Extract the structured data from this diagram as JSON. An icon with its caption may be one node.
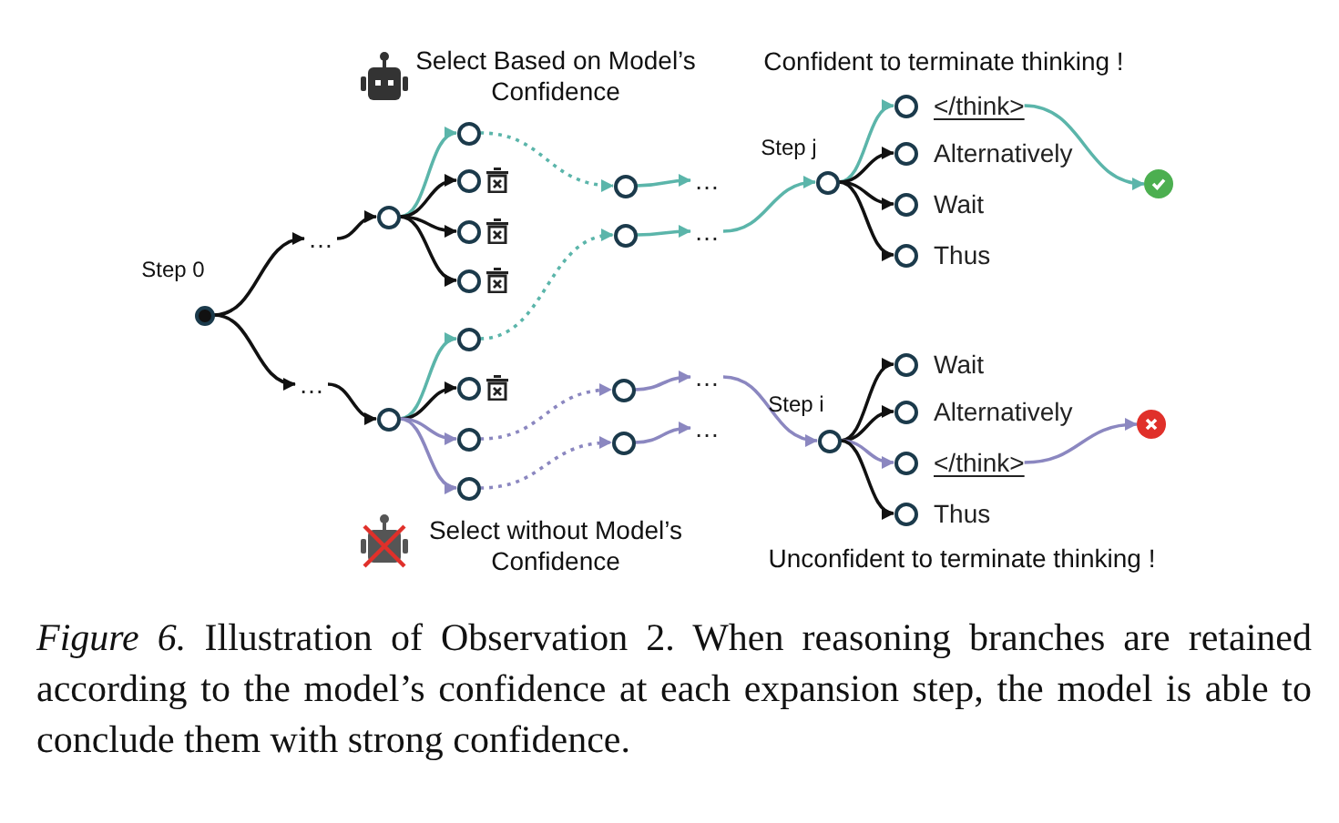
{
  "diagram": {
    "caption": "*Figure 6.* Illustration of Observation 2. When reasoning branches are retained according to the model’s confidence at each expansion step, the model is able to conclude them with strong confidence.",
    "nodes": [
      {
        "text": [],
        "shape": "circle",
        "beside": [
          "Step 0"
        ]
      },
      {
        "text": [
          "…"
        ]
      },
      {
        "text": [
          "…"
        ]
      },
      {
        "text": [],
        "shape": "circle"
      },
      {
        "text": [],
        "shape": "circle"
      },
      {
        "text": [],
        "shape": "circle"
      },
      {
        "text": [],
        "shape": "circle"
      },
      {
        "text": [],
        "shape": "circle"
      },
      {
        "text": [],
        "shape": "circle"
      },
      {
        "text": [],
        "shape": "circle"
      },
      {
        "text": [],
        "shape": "circle"
      },
      {
        "text": [],
        "shape": "circle"
      },
      {
        "text": [],
        "shape": "circle"
      },
      {
        "text": [],
        "shape": "circle"
      },
      {
        "text": [],
        "shape": "circle"
      },
      {
        "text": [],
        "shape": "circle"
      },
      {
        "text": [],
        "shape": "circle"
      },
      {
        "text": [
          "…"
        ]
      },
      {
        "text": [
          "…"
        ]
      },
      {
        "text": [
          "…"
        ]
      },
      {
        "text": [
          "…"
        ]
      },
      {
        "text": [],
        "shape": "circle",
        "beside": [
          "Step j"
        ]
      },
      {
        "text": [
          "</think>"
        ]
      },
      {
        "text": [
          "Alternatively"
        ]
      },
      {
        "text": [
          "Wait"
        ]
      },
      {
        "text": [
          "Thus"
        ]
      },
      {
        "text": [],
        "shape": "circle"
      },
      {
        "text": [],
        "shape": "circle",
        "beside": [
          "Step i"
        ]
      },
      {
        "text": [
          "Wait"
        ]
      },
      {
        "text": [
          "Alternatively"
        ]
      },
      {
        "text": [
          "</think>"
        ]
      },
      {
        "text": [
          "Thus"
        ]
      },
      {
        "text": [],
        "shape": "circle"
      }
    ],
    "edges": [
      {
        "from": 0,
        "to": 1,
        "arrow": "to"
      },
      {
        "from": 0,
        "to": 2,
        "arrow": "to"
      },
      {
        "from": 1,
        "to": 3,
        "arrow": "to"
      },
      {
        "from": 2,
        "to": 8,
        "arrow": "to"
      },
      {
        "from": 3,
        "to": 4,
        "arrow": "to",
        "color": "#5bb5aa"
      },
      {
        "from": 3,
        "to": 5,
        "arrow": "to"
      },
      {
        "from": 3,
        "to": 6,
        "arrow": "to"
      },
      {
        "from": 3,
        "to": 7,
        "arrow": "to"
      },
      {
        "from": 8,
        "to": 9,
        "arrow": "to",
        "color": "#5bb5aa"
      },
      {
        "from": 8,
        "to": 10,
        "arrow": "to"
      },
      {
        "from": 8,
        "to": 11,
        "arrow": "to",
        "color": "#8b87c0"
      },
      {
        "from": 8,
        "to": 12,
        "arrow": "to",
        "color": "#8b87c0"
      },
      {
        "from": 4,
        "to": 13,
        "arrow": "to",
        "style": "dashed",
        "color": "#5bb5aa"
      },
      {
        "from": 9,
        "to": 14,
        "arrow": "to",
        "style": "dashed",
        "color": "#5bb5aa"
      },
      {
        "from": 11,
        "to": 15,
        "arrow": "to",
        "style": "dashed",
        "color": "#8b87c0"
      },
      {
        "from": 12,
        "to": 16,
        "arrow": "to",
        "style": "dashed",
        "color": "#8b87c0"
      },
      {
        "from": 13,
        "to": 17,
        "arrow": "to",
        "color": "#5bb5aa"
      },
      {
        "from": 14,
        "to": 18,
        "arrow": "to",
        "color": "#5bb5aa"
      },
      {
        "from": 15,
        "to": 19,
        "arrow": "to",
        "color": "#8b87c0"
      },
      {
        "from": 16,
        "to": 20,
        "arrow": "to",
        "color": "#8b87c0"
      },
      {
        "from": 18,
        "to": 21,
        "arrow": "to",
        "color": "#5bb5aa"
      },
      {
        "from": 19,
        "to": 27,
        "arrow": "to",
        "color": "#8b87c0"
      },
      {
        "from": 21,
        "to": 22,
        "arrow": "to",
        "color": "#5bb5aa"
      },
      {
        "from": 21,
        "to": 23,
        "arrow": "to"
      },
      {
        "from": 21,
        "to": 24,
        "arrow": "to"
      },
      {
        "from": 21,
        "to": 25,
        "arrow": "to"
      },
      {
        "from": 22,
        "to": 26,
        "arrow": "to",
        "color": "#5bb5aa"
      },
      {
        "from": 27,
        "to": 28,
        "arrow": "to"
      },
      {
        "from": 27,
        "to": 29,
        "arrow": "to"
      },
      {
        "from": 27,
        "to": 30,
        "arrow": "to",
        "color": "#8b87c0"
      },
      {
        "from": 27,
        "to": 31,
        "arrow": "to"
      },
      {
        "from": 30,
        "to": 32,
        "arrow": "to",
        "color": "#8b87c0"
      }
    ],
    "labels": [
      "Select Based on Model’s Confidence",
      "Confident to terminate thinking !",
      "Select without Model’s Confidence",
      "Unconfident to terminate thinking !"
    ]
  }
}
